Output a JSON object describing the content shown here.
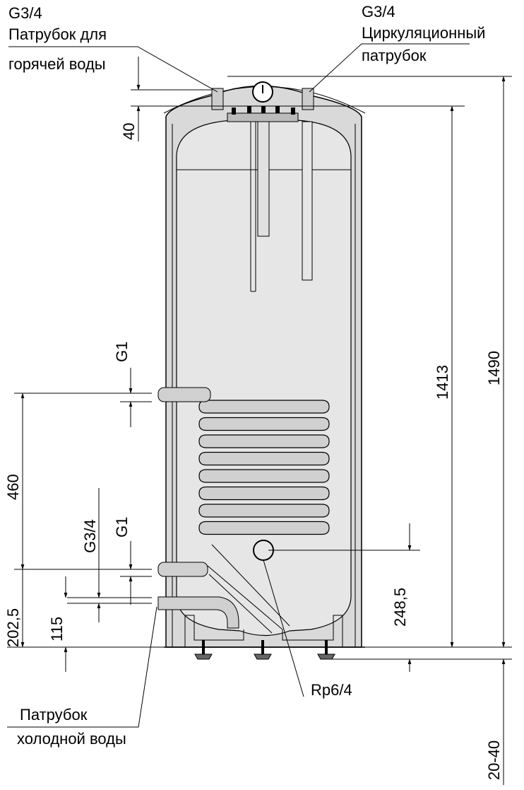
{
  "labels": {
    "hot_water": {
      "thread": "G3/4",
      "line1": "Патрубок для",
      "line2": "горячей воды"
    },
    "circulation": {
      "thread": "G3/4",
      "line1": "Циркуляционный",
      "line2": "патрубок"
    },
    "cold_water": {
      "line1": "Патрубок",
      "line2": "холодной воды"
    },
    "drain": "Rp6/4"
  },
  "dimensions": {
    "top_offset": "40",
    "coil_upper_thread": "G1",
    "coil_lower_thread": "G1",
    "cold_thread": "G3/4",
    "coil_span": "460",
    "cold_height": "202,5",
    "cold_offset": "115",
    "drain_height": "248,5",
    "inner_height": "1413",
    "total_height": "1490",
    "feet": "20-40"
  },
  "colors": {
    "tank_fill": "#d9d9d9",
    "inner_fill": "#e6e6e6",
    "line": "#000000"
  }
}
